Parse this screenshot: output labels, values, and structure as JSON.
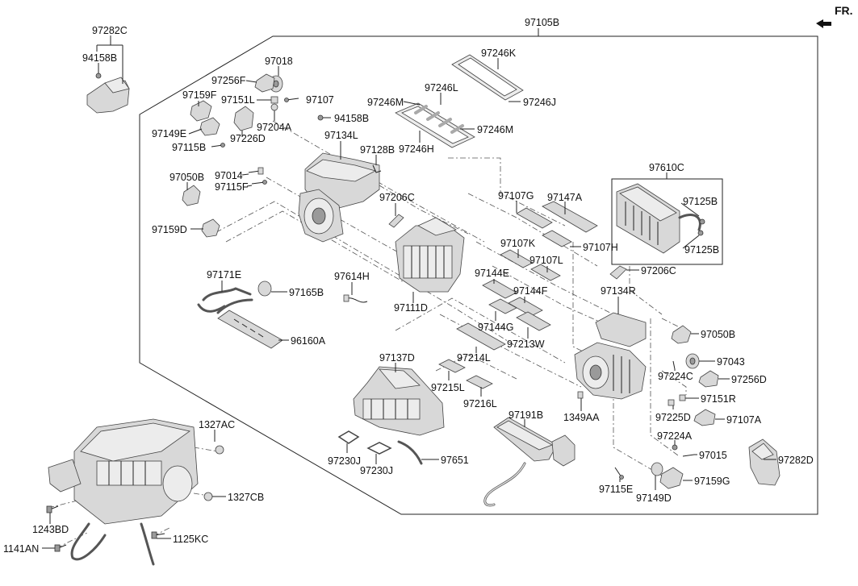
{
  "direction_label": "FR.",
  "callouts": {
    "c97105B": "97105B",
    "c97282C": "97282C",
    "c94158B_a": "94158B",
    "c97018": "97018",
    "c97256F": "97256F",
    "c97107": "97107",
    "c97151L": "97151L",
    "c97159F": "97159F",
    "c97204A": "97204A",
    "c97149E": "97149E",
    "c97226D": "97226D",
    "c97115B": "97115B",
    "c94158B_b": "94158B",
    "c97134L": "97134L",
    "c97128B": "97128B",
    "c97246K": "97246K",
    "c97246L": "97246L",
    "c97246M_a": "97246M",
    "c97246J": "97246J",
    "c97246M_b": "97246M",
    "c97246H": "97246H",
    "c97050B_a": "97050B",
    "c97014": "97014",
    "c97115F": "97115F",
    "c97206C_a": "97206C",
    "c97159D": "97159D",
    "c97107G": "97107G",
    "c97147A": "97147A",
    "c97610C": "97610C",
    "c97125B_a": "97125B",
    "c97125B_b": "97125B",
    "c97107K": "97107K",
    "c97107H": "97107H",
    "c97107L": "97107L",
    "c97206C_b": "97206C",
    "c97171E": "97171E",
    "c97614H": "97614H",
    "c97144E": "97144E",
    "c97165B": "97165B",
    "c97144F": "97144F",
    "c97134R": "97134R",
    "c97111D": "97111D",
    "c97144G": "97144G",
    "c97213W": "97213W",
    "c97050B_b": "97050B",
    "c96160A": "96160A",
    "c97214L": "97214L",
    "c97043": "97043",
    "c97137D": "97137D",
    "c97224C": "97224C",
    "c97256D": "97256D",
    "c97215L": "97215L",
    "c97151R": "97151R",
    "c97216L": "97216L",
    "c97191B": "97191B",
    "c1349AA": "1349AA",
    "c97225D": "97225D",
    "c97107A": "97107A",
    "c1327AC": "1327AC",
    "c97224A": "97224A",
    "c97015": "97015",
    "c97230J_a": "97230J",
    "c97651": "97651",
    "c97282D": "97282D",
    "c97230J_b": "97230J",
    "c97159G": "97159G",
    "c97115E": "97115E",
    "c97149D": "97149D",
    "c1327CB": "1327CB",
    "c1243BD": "1243BD",
    "c1125KC": "1125KC",
    "c1141AN": "1141AN"
  }
}
